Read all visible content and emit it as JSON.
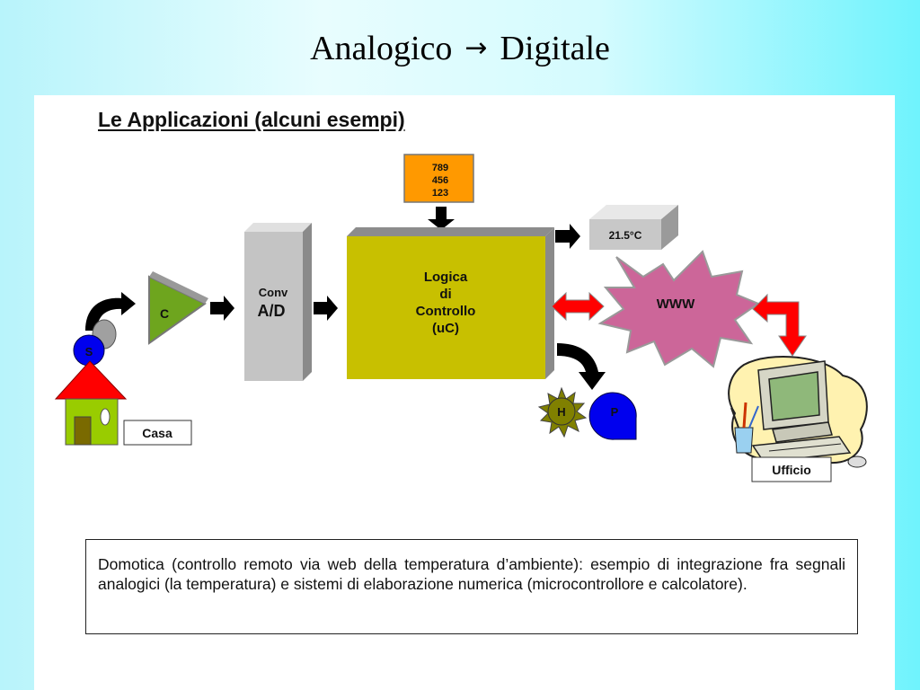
{
  "slide": {
    "title_left": "Analogico",
    "title_arrow": "→",
    "title_right": "Digitale"
  },
  "panel": {
    "heading": "Le Applicazioni (alcuni esempi)"
  },
  "diagram": {
    "keypad": [
      "789",
      "456",
      "123"
    ],
    "display_reading": "21.5°C",
    "sensor_label": "S",
    "comparator_label": "C",
    "converter_label_top": "Conv",
    "converter_label_bottom": "A/D",
    "controller_lines": [
      "Logica",
      "di",
      "Controllo",
      "(uC)"
    ],
    "web_label": "WWW",
    "heater_label": "H",
    "pump_label": "P",
    "house_label": "Casa",
    "office_label": "Ufficio"
  },
  "description": "Domotica (controllo remoto via web della temperatura d’ambiente): esempio di integrazione fra segnali analogici (la temperatura) e sistemi di elaborazione numerica (microcontrollore e calcolatore).",
  "colors": {
    "controller_fill": "#c8c000",
    "keypad_fill": "#ff9900",
    "comparator_fill": "#6ea51e",
    "web_fill": "#cc6699",
    "house_roof": "#ff0000",
    "house_wall": "#99cc00",
    "sensor_fill": "#0000ee",
    "double_arrow_fill": "#ff0000"
  }
}
